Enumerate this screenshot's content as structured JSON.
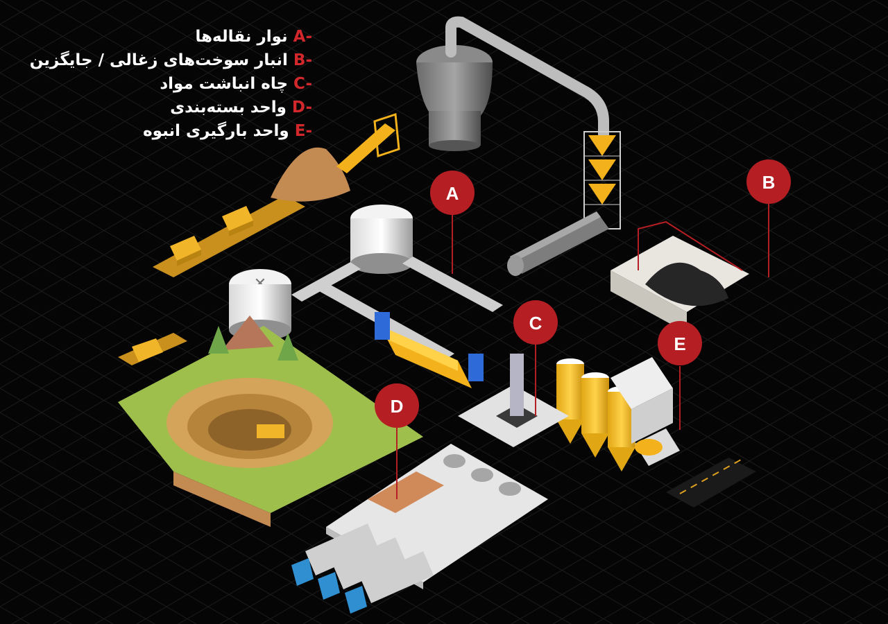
{
  "legend": [
    {
      "code": "A-",
      "label": "نوار نقاله‌ها"
    },
    {
      "code": "B-",
      "label": "انبار سوخت‌های زغالی / جایگزین"
    },
    {
      "code": "C-",
      "label": "چاه انباشت مواد"
    },
    {
      "code": "D-",
      "label": "واحد بسته‌بندی"
    },
    {
      "code": "E-",
      "label": "واحد بارگیری انبوه"
    }
  ],
  "markers": [
    "A",
    "B",
    "C",
    "D",
    "E"
  ],
  "colors": {
    "background": "#050505",
    "grid": "#1c1c1c",
    "accent_red": "#b51e23",
    "legend_text": "#ffffff",
    "conveyor_yellow": "#f3b21b",
    "terrain_green": "#9fbf4c",
    "earth_brown": "#c38a52",
    "pipe_gray": "#bdbdbd"
  }
}
